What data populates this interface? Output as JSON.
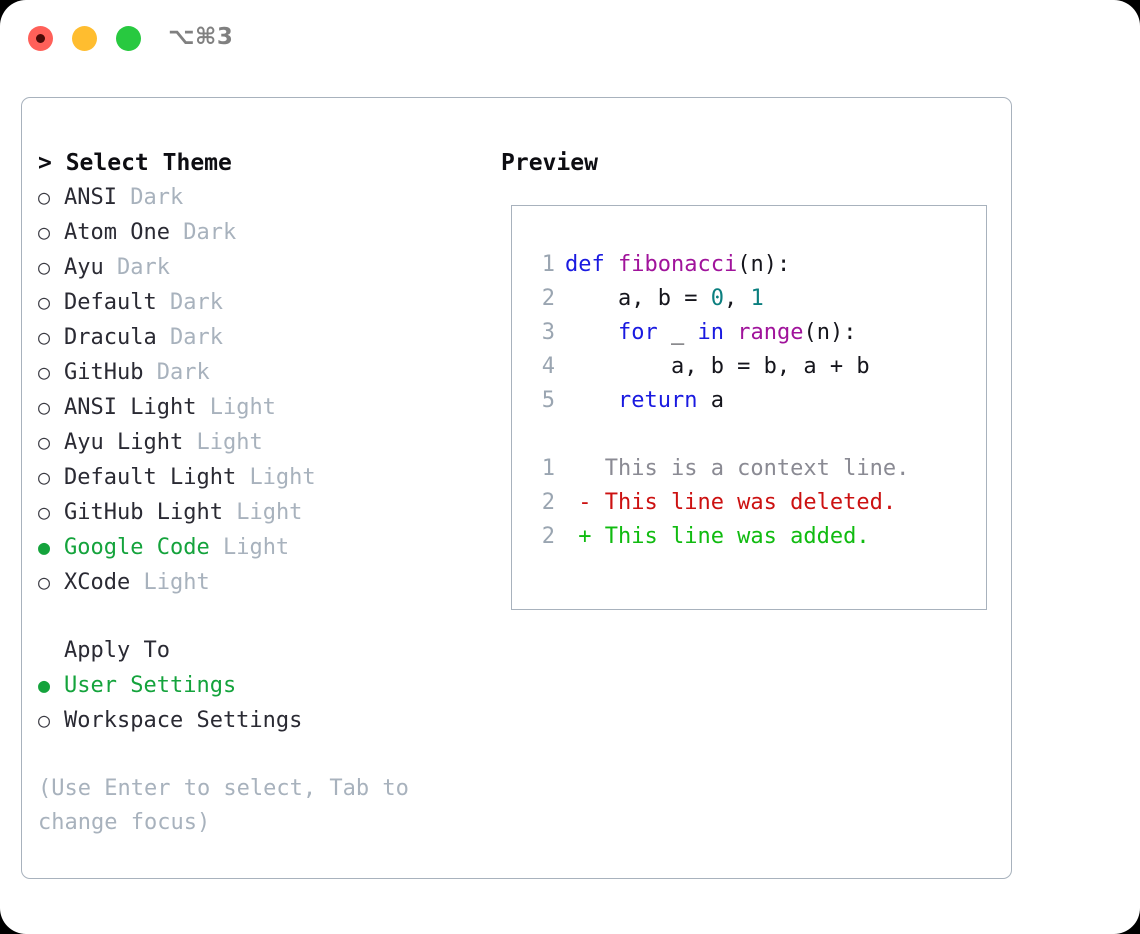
{
  "window": {
    "title": "⌥⌘3",
    "traffic_lights": [
      "close-red",
      "minimize-yellow",
      "zoom-green"
    ]
  },
  "left_pane": {
    "header": "> Select Theme",
    "themes": [
      {
        "marker": "○",
        "name": "ANSI",
        "tag": "Dark",
        "selected": false
      },
      {
        "marker": "○",
        "name": "Atom One",
        "tag": "Dark",
        "selected": false
      },
      {
        "marker": "○",
        "name": "Ayu",
        "tag": "Dark",
        "selected": false
      },
      {
        "marker": "○",
        "name": "Default",
        "tag": "Dark",
        "selected": false
      },
      {
        "marker": "○",
        "name": "Dracula",
        "tag": "Dark",
        "selected": false
      },
      {
        "marker": "○",
        "name": "GitHub",
        "tag": "Dark",
        "selected": false
      },
      {
        "marker": "○",
        "name": "ANSI Light",
        "tag": "Light",
        "selected": false
      },
      {
        "marker": "○",
        "name": "Ayu Light",
        "tag": "Light",
        "selected": false
      },
      {
        "marker": "○",
        "name": "Default Light",
        "tag": "Light",
        "selected": false
      },
      {
        "marker": "○",
        "name": "GitHub Light",
        "tag": "Light",
        "selected": false
      },
      {
        "marker": "●",
        "name": "Google Code",
        "tag": "Light",
        "selected": true
      },
      {
        "marker": "○",
        "name": "XCode",
        "tag": "Light",
        "selected": false
      }
    ],
    "apply_to_label": "Apply To",
    "apply_to_options": [
      {
        "marker": "●",
        "name": "User Settings",
        "selected": true
      },
      {
        "marker": "○",
        "name": "Workspace Settings",
        "selected": false
      }
    ],
    "hint": "(Use Enter to select, Tab to change focus)"
  },
  "right_pane": {
    "header": "Preview",
    "code_lines": [
      {
        "no": "1",
        "tokens": [
          {
            "t": "def ",
            "c": "kw"
          },
          {
            "t": "fibonacci",
            "c": "fn"
          },
          {
            "t": "(n):",
            "c": "txt"
          }
        ]
      },
      {
        "no": "2",
        "tokens": [
          {
            "t": "    a, b = ",
            "c": "txt"
          },
          {
            "t": "0",
            "c": "num"
          },
          {
            "t": ", ",
            "c": "txt"
          },
          {
            "t": "1",
            "c": "num"
          }
        ]
      },
      {
        "no": "3",
        "tokens": [
          {
            "t": "    ",
            "c": "txt"
          },
          {
            "t": "for",
            "c": "kw"
          },
          {
            "t": " _ ",
            "c": "txt"
          },
          {
            "t": "in",
            "c": "kw"
          },
          {
            "t": " ",
            "c": "txt"
          },
          {
            "t": "range",
            "c": "fn"
          },
          {
            "t": "(n):",
            "c": "txt"
          }
        ]
      },
      {
        "no": "4",
        "tokens": [
          {
            "t": "        a, b = b, a + b",
            "c": "txt"
          }
        ]
      },
      {
        "no": "5",
        "tokens": [
          {
            "t": "    ",
            "c": "txt"
          },
          {
            "t": "return",
            "c": "kw"
          },
          {
            "t": " a",
            "c": "txt"
          }
        ]
      }
    ],
    "diff_lines": [
      {
        "no": "1",
        "tokens": [
          {
            "t": "   This is a context line.",
            "c": "ctx"
          }
        ]
      },
      {
        "no": "2",
        "tokens": [
          {
            "t": " - This line was deleted.",
            "c": "del"
          }
        ]
      },
      {
        "no": "2",
        "tokens": [
          {
            "t": " + This line was added.",
            "c": "add"
          }
        ]
      }
    ]
  },
  "colors": {
    "accent_green": "#14a33c",
    "keyword_blue": "#1a1ae0",
    "function_purple": "#a0139b",
    "number_teal": "#0b7f7f",
    "diff_delete_red": "#cc1111",
    "diff_add_green": "#10bb10",
    "muted_gray": "#a8b2bd",
    "border_gray": "#a8b2bd",
    "traffic_red": "#ff6059",
    "traffic_yellow": "#ffbd2f",
    "traffic_green": "#28c940"
  }
}
